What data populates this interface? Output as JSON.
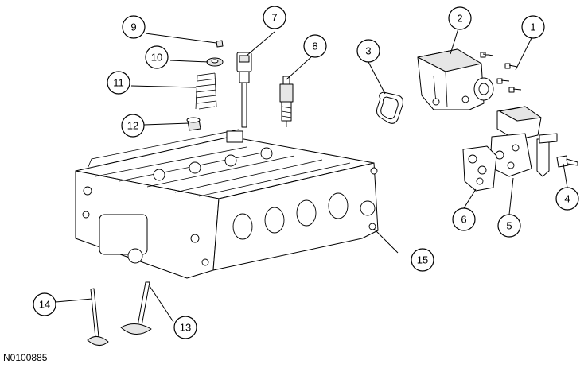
{
  "figure_id": "N0100885",
  "callouts": [
    "1",
    "2",
    "3",
    "4",
    "5",
    "6",
    "7",
    "8",
    "9",
    "10",
    "11",
    "12",
    "13",
    "14",
    "15"
  ],
  "colors": {
    "line": "#000000",
    "shade": "#e6e6e6",
    "background": "#ffffff"
  }
}
